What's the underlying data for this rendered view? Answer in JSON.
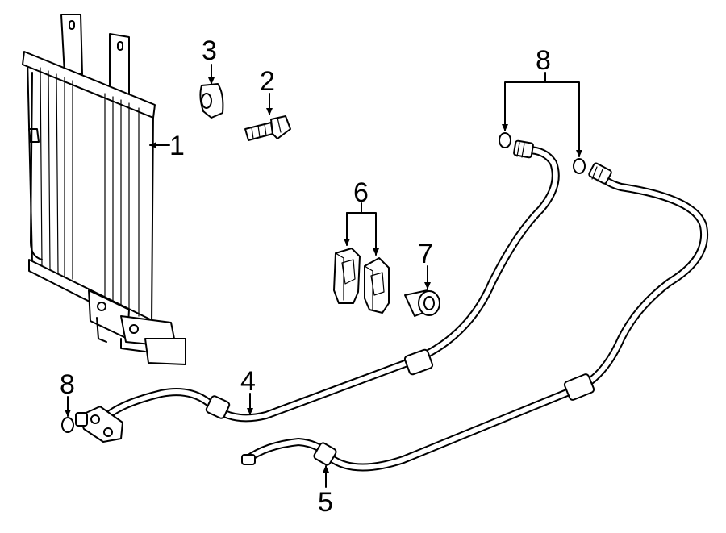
{
  "callouts": {
    "c1": "1",
    "c2": "2",
    "c3": "3",
    "c4": "4",
    "c5": "5",
    "c6": "6",
    "c7": "7",
    "c8_top": "8",
    "c8_left": "8"
  }
}
